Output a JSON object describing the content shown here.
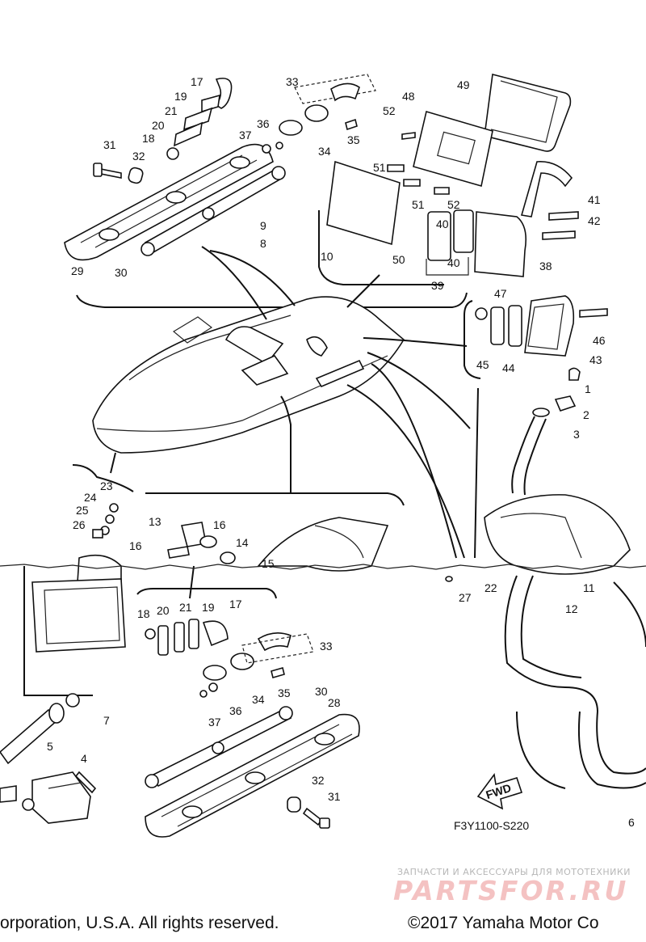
{
  "diagram": {
    "code": "F3Y1100-S220",
    "fwd_label": "FWD"
  },
  "callouts": [
    {
      "id": "c1",
      "text": "1"
    },
    {
      "id": "c2",
      "text": "2"
    },
    {
      "id": "c3",
      "text": "3"
    },
    {
      "id": "c4",
      "text": "4"
    },
    {
      "id": "c5",
      "text": "5"
    },
    {
      "id": "c6",
      "text": "6"
    },
    {
      "id": "c7",
      "text": "7"
    },
    {
      "id": "c8",
      "text": "8"
    },
    {
      "id": "c9",
      "text": "9"
    },
    {
      "id": "c10",
      "text": "10"
    },
    {
      "id": "c11",
      "text": "11"
    },
    {
      "id": "c12",
      "text": "12"
    },
    {
      "id": "c13",
      "text": "13"
    },
    {
      "id": "c14",
      "text": "14"
    },
    {
      "id": "c15",
      "text": "15"
    },
    {
      "id": "c16a",
      "text": "16"
    },
    {
      "id": "c16b",
      "text": "16"
    },
    {
      "id": "c17a",
      "text": "17"
    },
    {
      "id": "c17b",
      "text": "17"
    },
    {
      "id": "c18a",
      "text": "18"
    },
    {
      "id": "c18b",
      "text": "18"
    },
    {
      "id": "c19a",
      "text": "19"
    },
    {
      "id": "c19b",
      "text": "19"
    },
    {
      "id": "c20a",
      "text": "20"
    },
    {
      "id": "c20b",
      "text": "20"
    },
    {
      "id": "c21a",
      "text": "21"
    },
    {
      "id": "c21b",
      "text": "21"
    },
    {
      "id": "c22",
      "text": "22"
    },
    {
      "id": "c23",
      "text": "23"
    },
    {
      "id": "c24",
      "text": "24"
    },
    {
      "id": "c25",
      "text": "25"
    },
    {
      "id": "c26",
      "text": "26"
    },
    {
      "id": "c27",
      "text": "27"
    },
    {
      "id": "c28",
      "text": "28"
    },
    {
      "id": "c29",
      "text": "29"
    },
    {
      "id": "c30a",
      "text": "30"
    },
    {
      "id": "c30b",
      "text": "30"
    },
    {
      "id": "c31a",
      "text": "31"
    },
    {
      "id": "c31b",
      "text": "31"
    },
    {
      "id": "c32a",
      "text": "32"
    },
    {
      "id": "c32b",
      "text": "32"
    },
    {
      "id": "c33a",
      "text": "33"
    },
    {
      "id": "c33b",
      "text": "33"
    },
    {
      "id": "c34a",
      "text": "34"
    },
    {
      "id": "c34b",
      "text": "34"
    },
    {
      "id": "c35a",
      "text": "35"
    },
    {
      "id": "c35b",
      "text": "35"
    },
    {
      "id": "c36a",
      "text": "36"
    },
    {
      "id": "c36b",
      "text": "36"
    },
    {
      "id": "c37a",
      "text": "37"
    },
    {
      "id": "c37b",
      "text": "37"
    },
    {
      "id": "c38",
      "text": "38"
    },
    {
      "id": "c39",
      "text": "39"
    },
    {
      "id": "c40a",
      "text": "40"
    },
    {
      "id": "c40b",
      "text": "40"
    },
    {
      "id": "c41",
      "text": "41"
    },
    {
      "id": "c42",
      "text": "42"
    },
    {
      "id": "c43",
      "text": "43"
    },
    {
      "id": "c44",
      "text": "44"
    },
    {
      "id": "c45",
      "text": "45"
    },
    {
      "id": "c46",
      "text": "46"
    },
    {
      "id": "c47",
      "text": "47"
    },
    {
      "id": "c48",
      "text": "48"
    },
    {
      "id": "c49",
      "text": "49"
    },
    {
      "id": "c50",
      "text": "50"
    },
    {
      "id": "c51a",
      "text": "51"
    },
    {
      "id": "c51b",
      "text": "51"
    },
    {
      "id": "c52a",
      "text": "52"
    },
    {
      "id": "c52b",
      "text": "52"
    }
  ],
  "footer": {
    "copyright_left": "orporation, U.S.A. All rights reserved.",
    "copyright_right": "©2017 Yamaha Motor Co"
  },
  "watermark": {
    "tagline": "ЗАПЧАСТИ И АКСЕССУАРЫ ДЛЯ МОТОТЕХНИКИ",
    "brand": "PARTSFOR.RU"
  }
}
